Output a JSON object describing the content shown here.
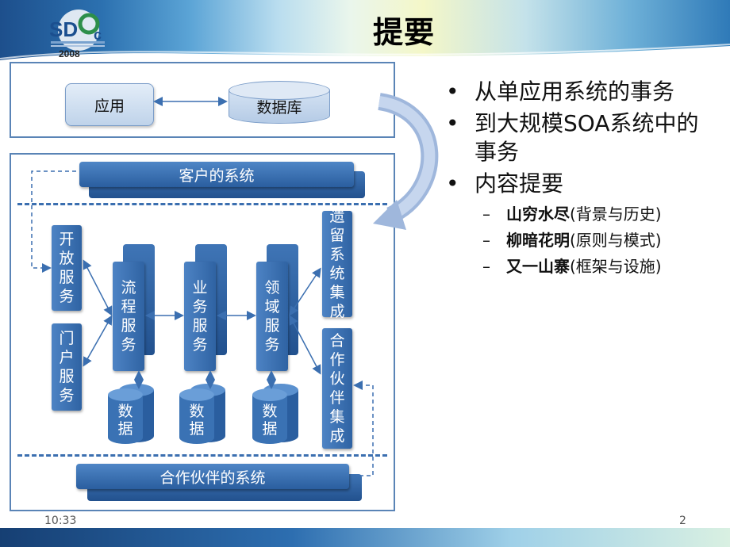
{
  "slide": {
    "title": "提要",
    "logo_year": "2008",
    "time": "10:33",
    "page_number": "2"
  },
  "diagram": {
    "app_label": "应用",
    "db_label": "数据库",
    "customer_system": "客户的系统",
    "partner_system": "合作伙伴的系统",
    "left_services": [
      "开放服务",
      "门户服务"
    ],
    "middle_services": [
      "流程服务",
      "业务服务",
      "领域服务"
    ],
    "data_label": "数据",
    "right_services": [
      "遗留系统集成",
      "合作伙伴集成"
    ]
  },
  "bullets": {
    "level1": [
      "从单应用系统的事务",
      "到大规模SOA系统中的事务",
      "内容提要"
    ],
    "level2": [
      {
        "bold": "山穷水尽",
        "rest": "(背景与历史)"
      },
      {
        "bold": "柳暗花明",
        "rest": "(原则与模式)"
      },
      {
        "bold": "又一山寨",
        "rest": "(框架与设施)"
      }
    ],
    "bullet_char": "•",
    "dash_char": "–"
  },
  "colors": {
    "accent_blue": "#2f63a3",
    "panel_border": "#5a84b6"
  }
}
